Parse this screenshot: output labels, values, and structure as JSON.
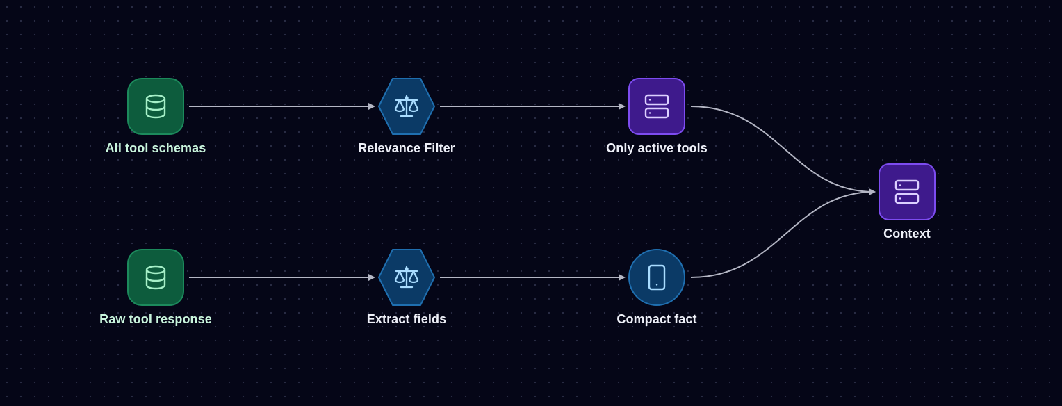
{
  "diagram": {
    "nodes": [
      {
        "id": "all-tool-schemas",
        "label": "All tool schemas",
        "icon": "database-icon"
      },
      {
        "id": "relevance-filter",
        "label": "Relevance Filter",
        "icon": "scale-icon"
      },
      {
        "id": "only-active-tools",
        "label": "Only active tools",
        "icon": "server-icon"
      },
      {
        "id": "context",
        "label": "Context",
        "icon": "server-icon"
      },
      {
        "id": "raw-tool-response",
        "label": "Raw tool response",
        "icon": "database-icon"
      },
      {
        "id": "extract-fields",
        "label": "Extract fields",
        "icon": "scale-icon"
      },
      {
        "id": "compact-fact",
        "label": "Compact fact",
        "icon": "tablet-icon"
      }
    ],
    "edges": [
      {
        "from": "all-tool-schemas",
        "to": "relevance-filter"
      },
      {
        "from": "relevance-filter",
        "to": "only-active-tools"
      },
      {
        "from": "only-active-tools",
        "to": "context"
      },
      {
        "from": "raw-tool-response",
        "to": "extract-fields"
      },
      {
        "from": "extract-fields",
        "to": "compact-fact"
      },
      {
        "from": "compact-fact",
        "to": "context"
      }
    ]
  },
  "colors": {
    "background": "#050617",
    "dot_grid": "#2a2d45",
    "edge": "#b4b6c4",
    "green_fill": "#0d5c3d",
    "green_stroke": "#1c8a5c",
    "green_icon": "#a6f0c8",
    "blue_fill": "#0b3a66",
    "blue_stroke": "#1f6fb0",
    "blue_icon": "#a9dcff",
    "purple_fill": "#3e1a8c",
    "purple_stroke": "#7d4cf0",
    "purple_icon": "#dcd0ff",
    "label_green": "#c9f5dd",
    "label_white": "#eef0f8"
  }
}
